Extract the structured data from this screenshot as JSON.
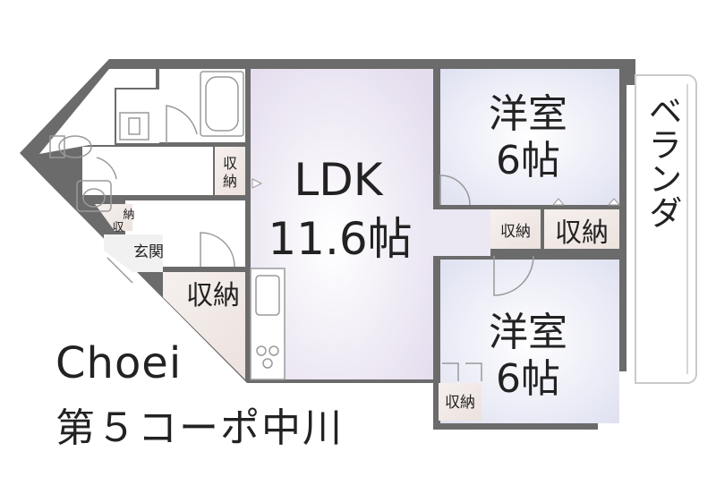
{
  "rooms": {
    "ldk_name": "LDK",
    "ldk_size": "11.6帖",
    "western1_name": "洋室",
    "western1_size": "6帖",
    "western2_name": "洋室",
    "western2_size": "6帖",
    "balcony": "ベランダ",
    "entrance": "玄関"
  },
  "storage": {
    "label": "収納",
    "label_top": "収",
    "label_bottom": "納"
  },
  "caption": {
    "company": "Choei",
    "building": "第５コーポ中川"
  },
  "colors": {
    "wall": "#6b6b6b",
    "ldk_floor": "#ece8f3",
    "western_floor": "#e7e9f4",
    "storage_floor": "#f3ecea",
    "wet_floor": "#ffffff",
    "balcony": "#ffffff"
  }
}
